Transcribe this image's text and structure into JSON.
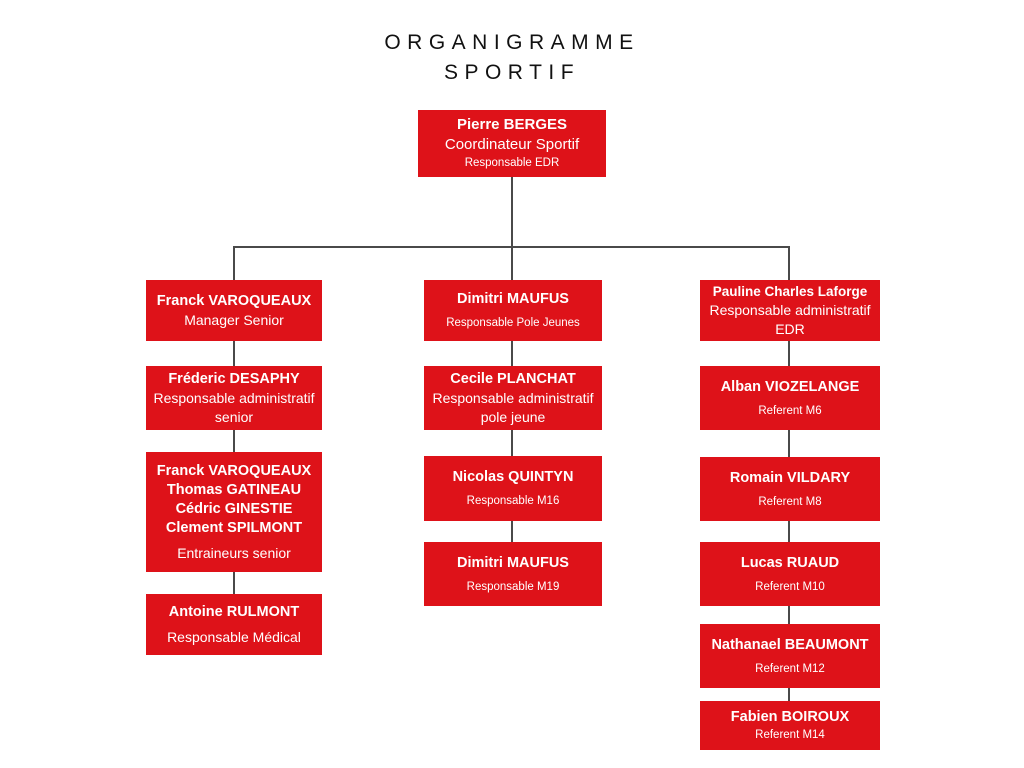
{
  "title": "ORGANIGRAMME\nSPORTIF",
  "colors": {
    "box": "#de1219",
    "text": "#ffffff",
    "connector": "#4a4a4a",
    "background": "#ffffff",
    "title": "#111111"
  },
  "root": {
    "name": "Pierre BERGES",
    "role": "Coordinateur Sportif",
    "role2": "Responsable EDR"
  },
  "columns": [
    {
      "id": "left",
      "nodes": [
        {
          "names": [
            "Franck VAROQUEAUX"
          ],
          "role": "Manager Senior"
        },
        {
          "names": [
            "Fréderic DESAPHY"
          ],
          "role": "Responsable administratif",
          "role2": "senior"
        },
        {
          "names": [
            "Franck VAROQUEAUX",
            "Thomas GATINEAU",
            "Cédric GINESTIE",
            "Clement SPILMONT"
          ],
          "role": "Entraineurs senior"
        },
        {
          "names": [
            "Antoine RULMONT"
          ],
          "role": "Responsable Médical"
        }
      ]
    },
    {
      "id": "middle",
      "nodes": [
        {
          "names": [
            "Dimitri MAUFUS"
          ],
          "role": "Responsable Pole Jeunes"
        },
        {
          "names": [
            "Cecile PLANCHAT"
          ],
          "role": "Responsable administratif",
          "role2": "pole jeune"
        },
        {
          "names": [
            "Nicolas QUINTYN"
          ],
          "role": "Responsable M16"
        },
        {
          "names": [
            "Dimitri MAUFUS"
          ],
          "role": "Responsable  M19"
        }
      ]
    },
    {
      "id": "right",
      "nodes": [
        {
          "names": [
            "Pauline Charles Laforge"
          ],
          "role": "Responsable administratif",
          "role2": "EDR"
        },
        {
          "names": [
            "Alban VIOZELANGE"
          ],
          "role": "Referent M6"
        },
        {
          "names": [
            "Romain VILDARY"
          ],
          "role": "Referent M8"
        },
        {
          "names": [
            "Lucas RUAUD"
          ],
          "role": "Referent M10"
        },
        {
          "names": [
            "Nathanael BEAUMONT"
          ],
          "role": "Referent M12"
        },
        {
          "names": [
            "Fabien BOIROUX"
          ],
          "role": "Referent M14"
        }
      ]
    }
  ]
}
